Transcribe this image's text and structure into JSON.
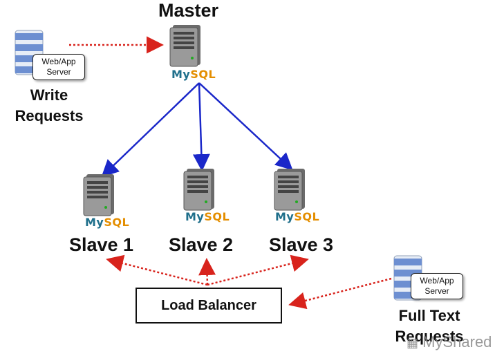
{
  "master": {
    "title": "Master"
  },
  "slaves": [
    {
      "label": "Slave 1"
    },
    {
      "label": "Slave 2"
    },
    {
      "label": "Slave 3"
    }
  ],
  "mysql_logo": {
    "my": "My",
    "sql": "SQL"
  },
  "write_client": {
    "box_line1": "Web/App",
    "box_line2": "Server",
    "caption_line1": "Write",
    "caption_line2": "Requests"
  },
  "fulltext_client": {
    "box_line1": "Web/App",
    "box_line2": "Server",
    "caption_line1": "Full Text",
    "caption_line2": "Requests"
  },
  "load_balancer": {
    "label": "Load Balancer"
  },
  "watermark": {
    "text": "MyShared"
  },
  "colors": {
    "replication_arrow": "#1a27c9",
    "request_arrow": "#d8231c",
    "mysql_blue": "#1f6f8b",
    "mysql_orange": "#e48e00"
  }
}
